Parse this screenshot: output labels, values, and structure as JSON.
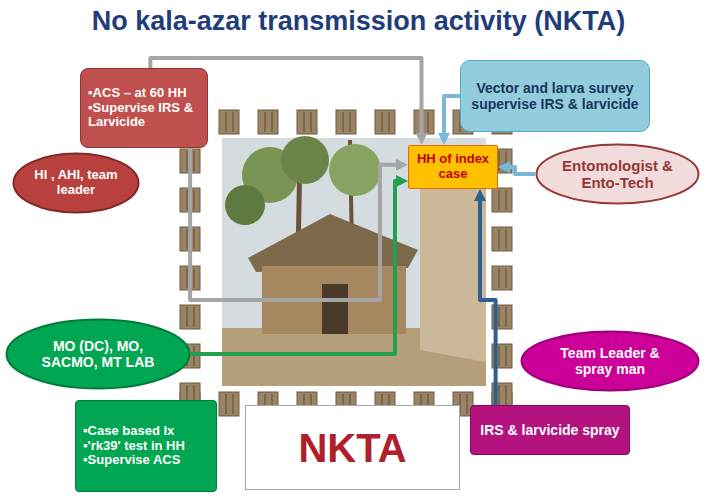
{
  "diagram": {
    "title": "No kala-azar transmission activity (NKTA)",
    "nodes": [
      {
        "text": [
          "▪ACS – at 60 HH",
          "▪Supervise IRS & Larvicide"
        ]
      },
      {
        "text": [
          "Vector and larva survey supervise IRS & larvicide"
        ]
      },
      {
        "text": [
          "HI , AHI, team leader"
        ]
      },
      {
        "text": [
          "Entomologist & Ento-Tech"
        ]
      },
      {
        "text": [
          "HH of index case"
        ]
      },
      {
        "text": [
          "MO (DC), MO, SACMO, MT LAB"
        ]
      },
      {
        "text": [
          "Team Leader & spray man"
        ]
      },
      {
        "text": [
          "▪Case based Ix",
          "▪'rk39' test in HH",
          "▪Supervise ACS"
        ]
      },
      {
        "text": [
          "NKTA"
        ]
      },
      {
        "text": [
          "IRS & larvicide spray"
        ]
      }
    ],
    "edges": [
      {
        "from": 0,
        "to": 4,
        "arrow": "to"
      },
      {
        "from": 0,
        "to": 4,
        "arrow": "to"
      },
      {
        "from": 1,
        "to": 4,
        "arrow": "to"
      },
      {
        "from": 3,
        "to": 4,
        "arrow": "to"
      },
      {
        "from": 9,
        "to": 4,
        "arrow": "to"
      },
      {
        "from": 5,
        "to": 4,
        "arrow": "to"
      }
    ]
  }
}
